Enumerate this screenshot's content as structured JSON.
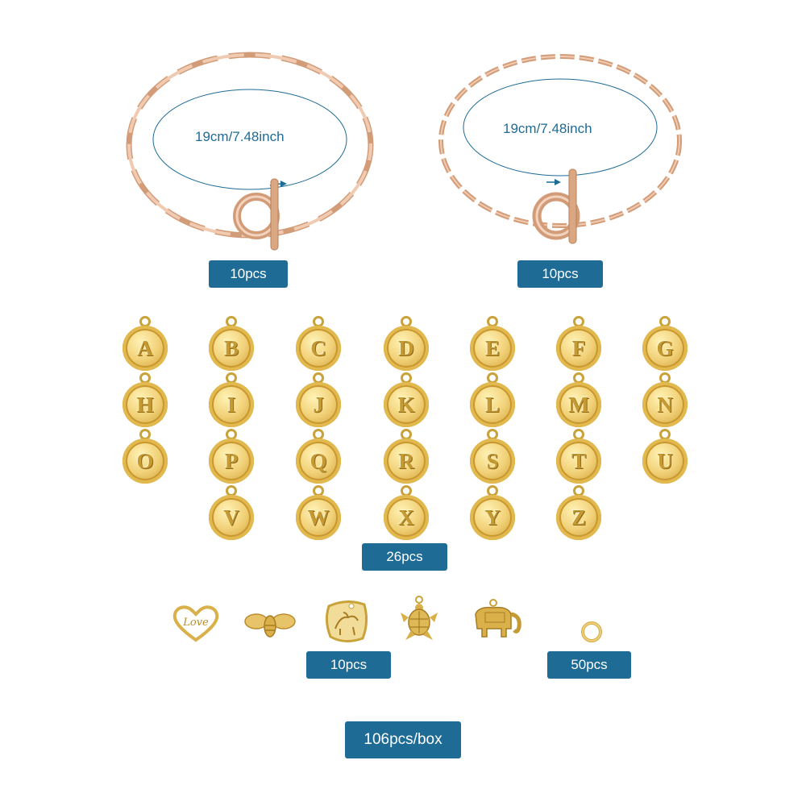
{
  "bracelets": [
    {
      "measurement": "19cm/7.48inch",
      "quantity": "10pcs"
    },
    {
      "measurement": "19cm/7.48inch",
      "quantity": "10pcs"
    }
  ],
  "letters": [
    "A",
    "B",
    "C",
    "D",
    "E",
    "F",
    "G",
    "H",
    "I",
    "J",
    "K",
    "L",
    "M",
    "N",
    "O",
    "P",
    "Q",
    "R",
    "S",
    "T",
    "U",
    "V",
    "W",
    "X",
    "Y",
    "Z"
  ],
  "letters_quantity": "26pcs",
  "charms": {
    "text_on_heart": "Love",
    "quantity": "10pcs"
  },
  "jump_rings_quantity": "50pcs",
  "total": "106pcs/box",
  "colors": {
    "accent": "#1e6b96",
    "gold": "#d9b04a",
    "rose_gold": "#d7a17f"
  }
}
